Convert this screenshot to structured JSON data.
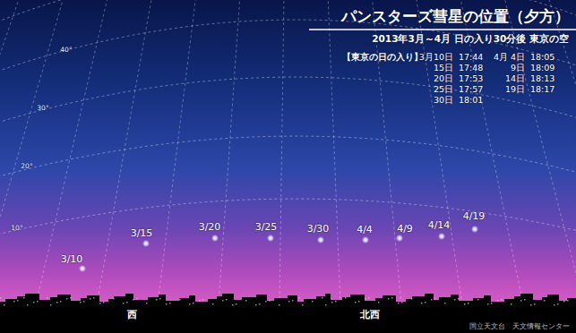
{
  "diagram": {
    "title": "パンスターズ彗星の位置（夕方）",
    "labels": [
      "2013年3月～4月 日の入り30分後 東京の空",
      "【東京の日の入り】",
      "3月10日",
      "17:44",
      "15日",
      "17:48",
      "20日",
      "17:53",
      "25日",
      "17:57",
      "30日",
      "18:01",
      "4月 4日",
      "18:05",
      "9日",
      "18:09",
      "14日",
      "18:13",
      "19日",
      "18:17",
      "40°",
      "30°",
      "20°",
      "10°",
      "3/10",
      "3/15",
      "3/20",
      "3/25",
      "3/30",
      "4/4",
      "4/9",
      "4/14",
      "4/19",
      "西",
      "北西",
      "国立天文台　天文情報センター"
    ]
  }
}
